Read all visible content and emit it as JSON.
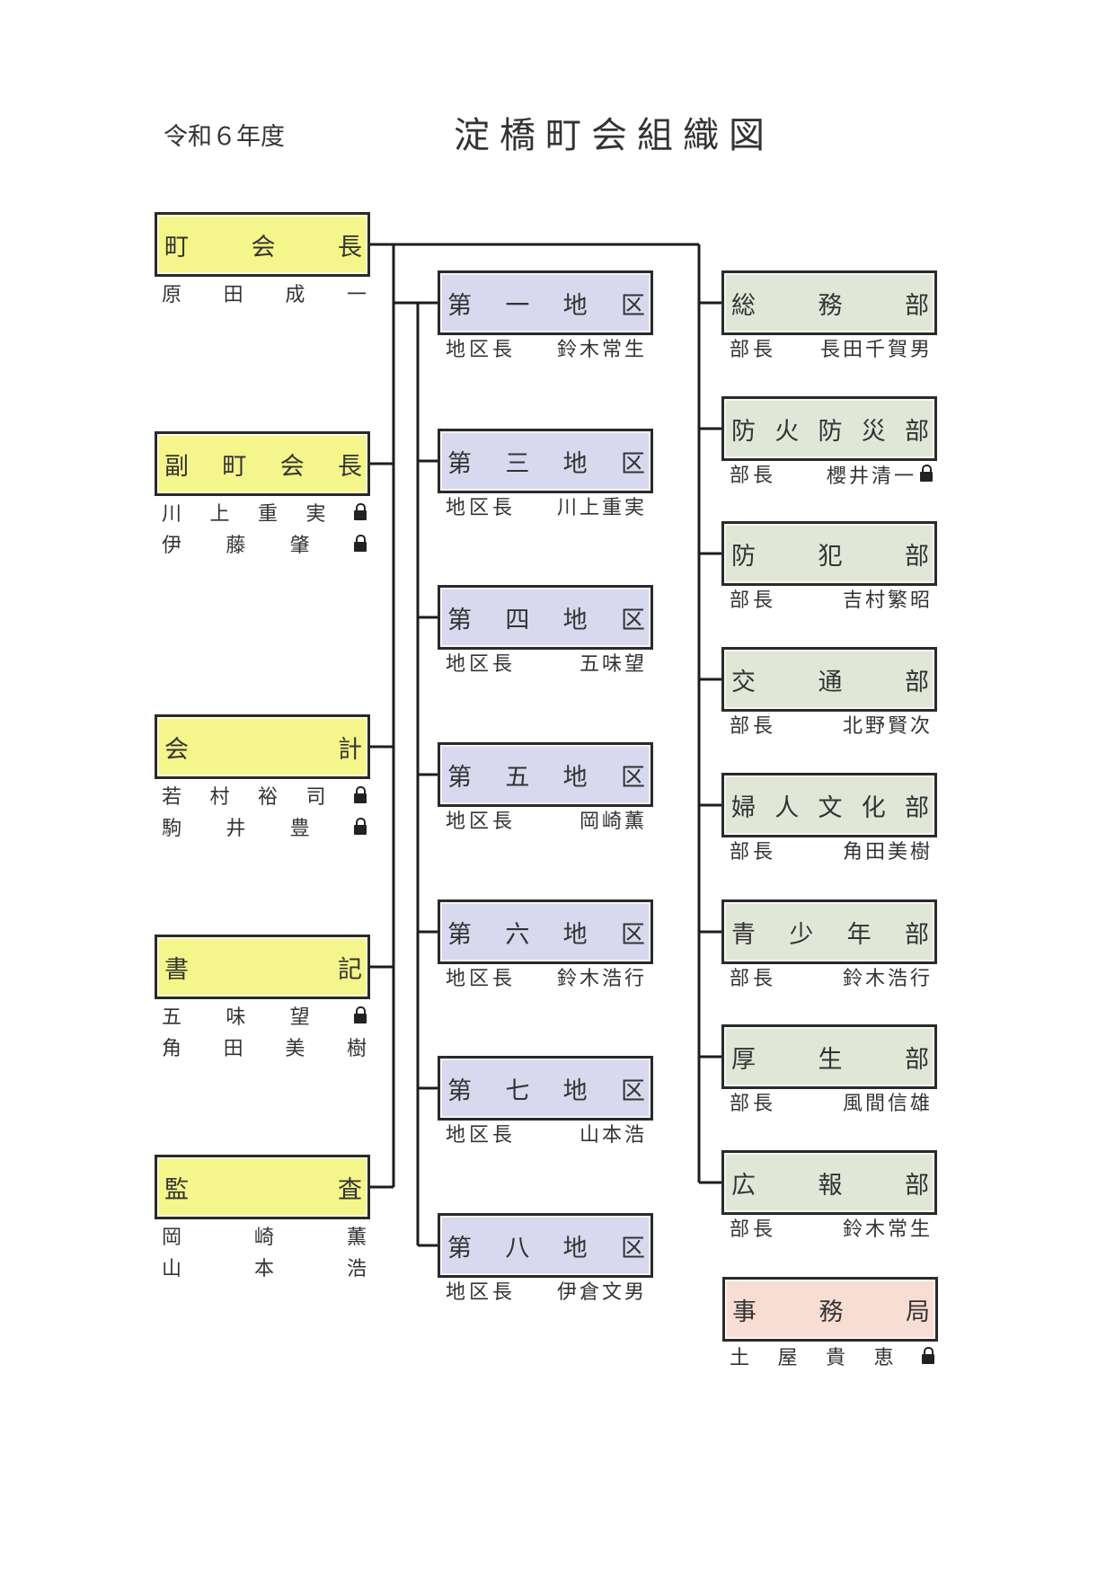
{
  "header": {
    "year": "令和６年度",
    "title": "淀橋町会組織図"
  },
  "officers": [
    {
      "title_chars": [
        "町",
        "会",
        "長"
      ],
      "members": [
        {
          "chars": [
            "原",
            "田",
            "成",
            "一"
          ],
          "lock": false
        }
      ]
    },
    {
      "title_chars": [
        "副",
        "町",
        "会",
        "長"
      ],
      "members": [
        {
          "chars": [
            "川",
            "上",
            "重",
            "実"
          ],
          "lock": true
        },
        {
          "chars": [
            "伊",
            "藤",
            "肇"
          ],
          "lock": true
        }
      ]
    },
    {
      "title_chars": [
        "会",
        "計"
      ],
      "members": [
        {
          "chars": [
            "若",
            "村",
            "裕",
            "司"
          ],
          "lock": true
        },
        {
          "chars": [
            "駒",
            "井",
            "豊"
          ],
          "lock": true
        }
      ]
    },
    {
      "title_chars": [
        "書",
        "記"
      ],
      "members": [
        {
          "chars": [
            "五",
            "味",
            "望"
          ],
          "lock": true
        },
        {
          "chars": [
            "角",
            "田",
            "美",
            "樹"
          ],
          "lock": false
        }
      ]
    },
    {
      "title_chars": [
        "監",
        "査"
      ],
      "members": [
        {
          "chars": [
            "岡",
            "崎",
            "薫"
          ],
          "lock": false
        },
        {
          "chars": [
            "山",
            "本",
            "浩"
          ],
          "lock": false
        }
      ]
    }
  ],
  "districts": [
    {
      "title_chars": [
        "第",
        "一",
        "地",
        "区"
      ],
      "role": "地区長",
      "name": "鈴木常生"
    },
    {
      "title_chars": [
        "第",
        "三",
        "地",
        "区"
      ],
      "role": "地区長",
      "name": "川上重実"
    },
    {
      "title_chars": [
        "第",
        "四",
        "地",
        "区"
      ],
      "role": "地区長",
      "name": "五味望"
    },
    {
      "title_chars": [
        "第",
        "五",
        "地",
        "区"
      ],
      "role": "地区長",
      "name": "岡崎薫"
    },
    {
      "title_chars": [
        "第",
        "六",
        "地",
        "区"
      ],
      "role": "地区長",
      "name": "鈴木浩行"
    },
    {
      "title_chars": [
        "第",
        "七",
        "地",
        "区"
      ],
      "role": "地区長",
      "name": "山本浩"
    },
    {
      "title_chars": [
        "第",
        "八",
        "地",
        "区"
      ],
      "role": "地区長",
      "name": "伊倉文男"
    }
  ],
  "departments": [
    {
      "title_chars": [
        "総",
        "務",
        "部"
      ],
      "role": "部長",
      "name": "長田千賀男",
      "lock": false
    },
    {
      "title_chars": [
        "防",
        "火",
        "防",
        "災",
        "部"
      ],
      "role": "部長",
      "name": "櫻井清一",
      "lock": true
    },
    {
      "title_chars": [
        "防",
        "犯",
        "部"
      ],
      "role": "部長",
      "name": "吉村繁昭",
      "lock": false
    },
    {
      "title_chars": [
        "交",
        "通",
        "部"
      ],
      "role": "部長",
      "name": "北野賢次",
      "lock": false
    },
    {
      "title_chars": [
        "婦",
        "人",
        "文",
        "化",
        "部"
      ],
      "role": "部長",
      "name": "角田美樹",
      "lock": false
    },
    {
      "title_chars": [
        "青",
        "少",
        "年",
        "部"
      ],
      "role": "部長",
      "name": "鈴木浩行",
      "lock": false
    },
    {
      "title_chars": [
        "厚",
        "生",
        "部"
      ],
      "role": "部長",
      "name": "風間信雄",
      "lock": false
    },
    {
      "title_chars": [
        "広",
        "報",
        "部"
      ],
      "role": "部長",
      "name": "鈴木常生",
      "lock": false
    }
  ],
  "office": {
    "title_chars": [
      "事",
      "務",
      "局"
    ],
    "members": [
      {
        "chars": [
          "土",
          "屋",
          "貴",
          "恵"
        ],
        "lock": true
      }
    ]
  },
  "colors": {
    "officer_fill": "#f4f58a",
    "district_fill": "#d8d8ef",
    "department_fill": "#e1e7d6",
    "office_fill": "#f8ded2",
    "line": "#1d1d1d"
  }
}
